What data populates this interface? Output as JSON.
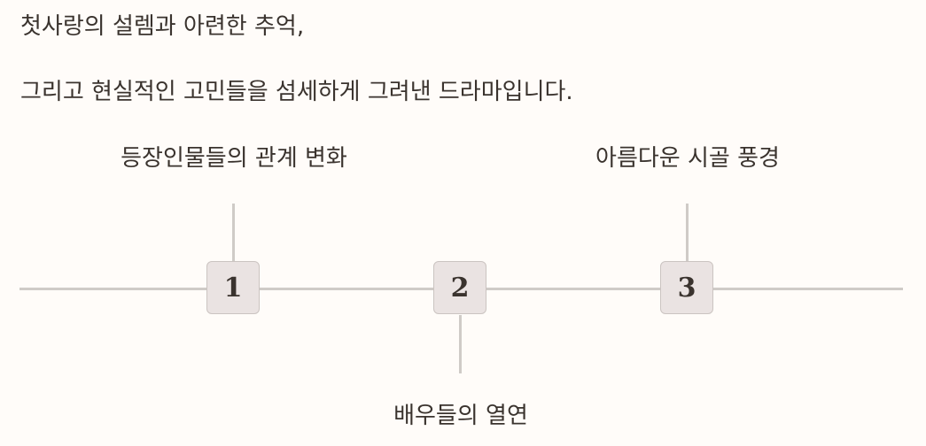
{
  "intro": {
    "line1": "첫사랑의 설렘과 아련한 추억,",
    "line2": "그리고 현실적인 고민들을 섬세하게 그려낸 드라마입니다."
  },
  "timeline": {
    "points": [
      {
        "number": "1",
        "label": "등장인물들의 관계 변화",
        "position": "top"
      },
      {
        "number": "2",
        "label": "배우들의 열연",
        "position": "bottom"
      },
      {
        "number": "3",
        "label": "아름다운 시골 풍경",
        "position": "top"
      }
    ]
  },
  "colors": {
    "background": "#fffcf9",
    "text": "#3a332e",
    "line": "#cfcbc7",
    "marker_fill": "#eae3e2",
    "marker_border": "#cbc4c1"
  }
}
